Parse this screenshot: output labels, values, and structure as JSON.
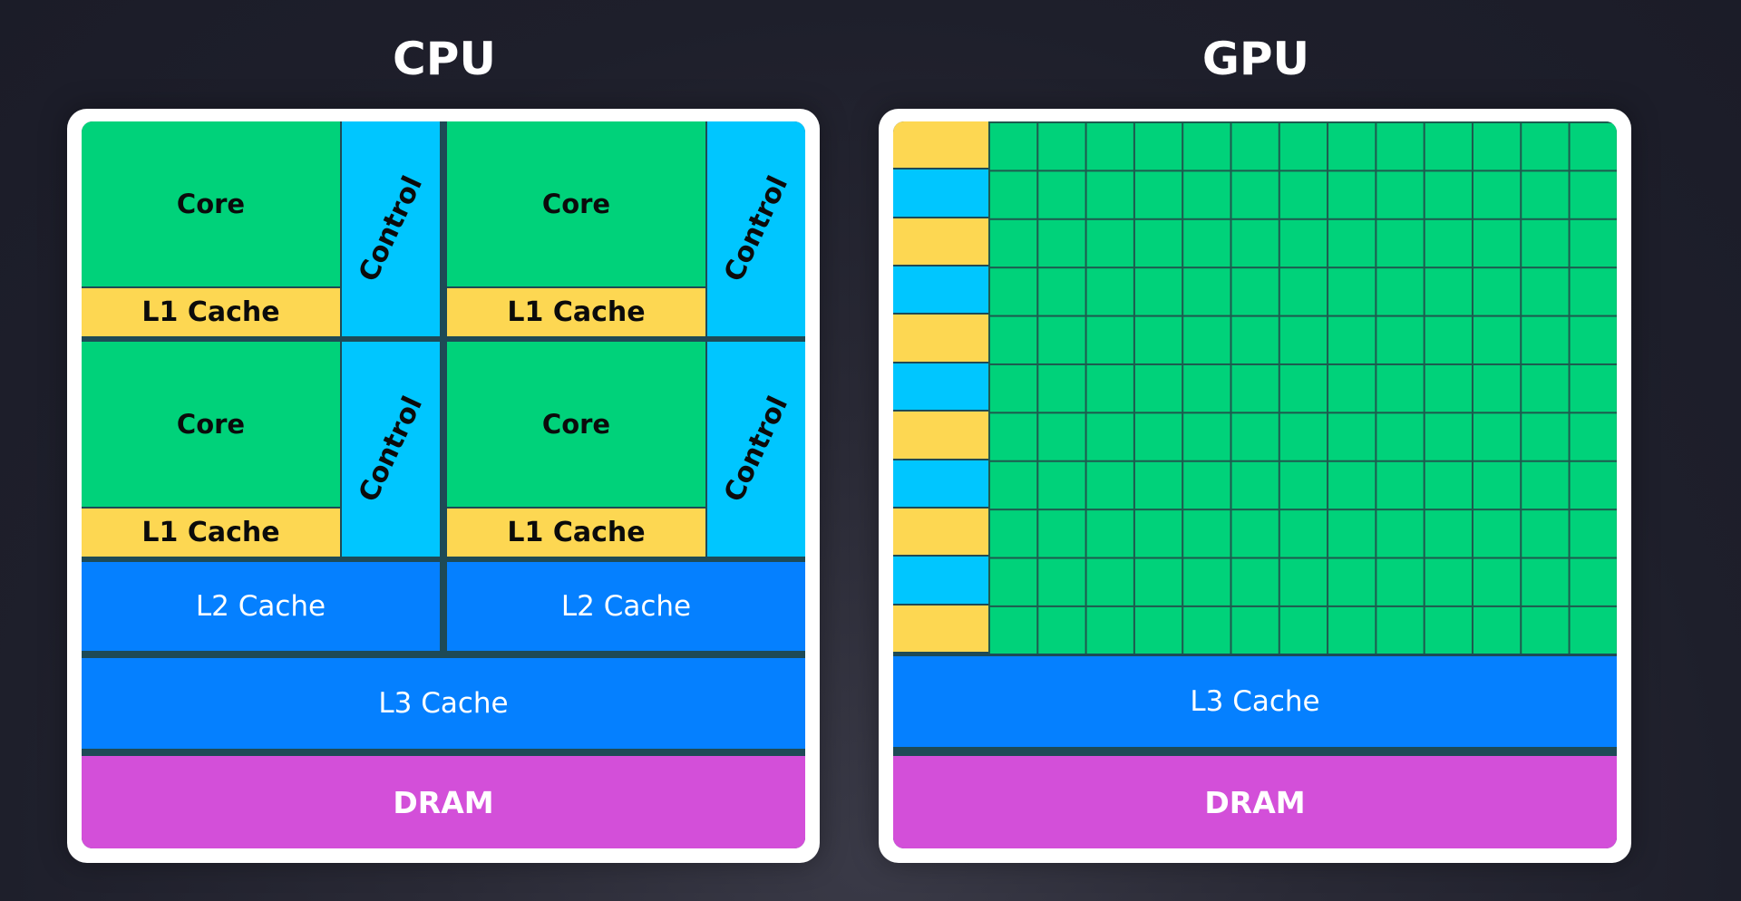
{
  "cpu": {
    "title": "CPU",
    "core_label": "Core",
    "l1_label": "L1 Cache",
    "control_label": "Control",
    "l2_label": "L2 Cache",
    "l3_label": "L3 Cache",
    "dram_label": "DRAM"
  },
  "gpu": {
    "title": "GPU",
    "l3_label": "L3 Cache",
    "dram_label": "DRAM"
  },
  "colors": {
    "core": "#00d27a",
    "l1_cache": "#fdd752",
    "control": "#00c6ff",
    "l2_l3_cache": "#0580ff",
    "dram": "#d34fd9",
    "background": "#1e1f2b"
  }
}
